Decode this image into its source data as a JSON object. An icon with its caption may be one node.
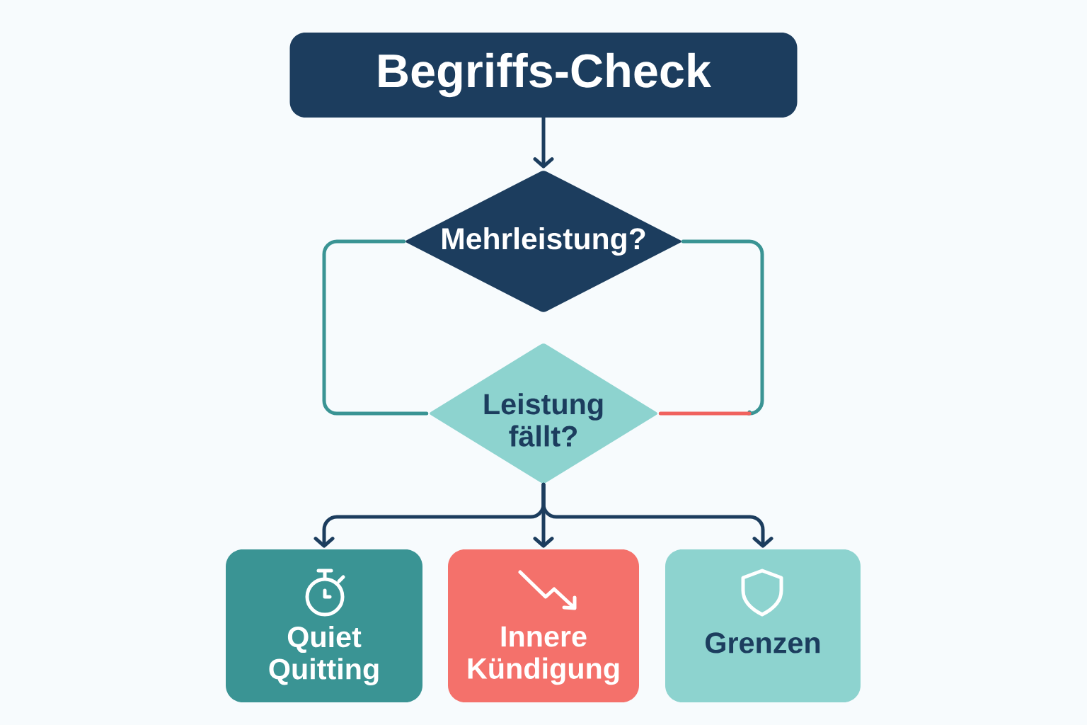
{
  "diagram": {
    "nodes": [
      {
        "text": [
          "Begriffs-Check"
        ]
      },
      {
        "text": [
          "Mehrleistung?"
        ]
      },
      {
        "text": [
          "Leistung fällt?"
        ]
      },
      {
        "text": [
          "Quiet Quitting"
        ]
      },
      {
        "text": [
          "Innere Kündigung"
        ]
      },
      {
        "text": [
          "Grenzen"
        ]
      }
    ],
    "edges": [
      {
        "from": 0,
        "to": 1,
        "arrow": "to"
      },
      {
        "from": 1,
        "to": 2,
        "arrow": "none",
        "color": "#3a9494"
      },
      {
        "from": 1,
        "to": 2,
        "arrow": "none",
        "color": "#3a9494"
      },
      {
        "from": 2,
        "to": 3,
        "arrow": "to"
      },
      {
        "from": 2,
        "to": 4,
        "arrow": "to"
      },
      {
        "from": 2,
        "to": 5,
        "arrow": "to"
      }
    ]
  }
}
